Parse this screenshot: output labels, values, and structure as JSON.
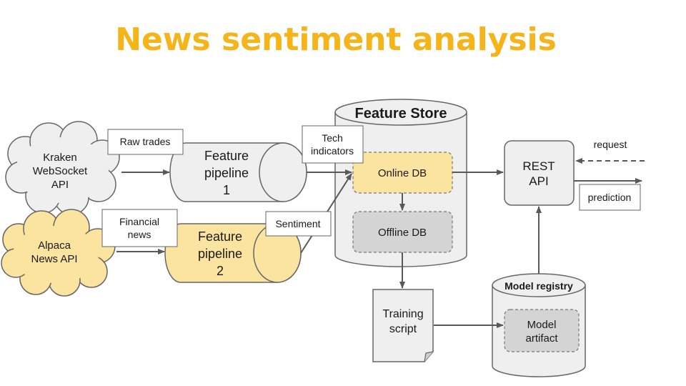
{
  "title": "News sentiment analysis",
  "colors": {
    "title": "#f4b41a",
    "yellow_fill": "#fbe3a0",
    "gray_fill": "#efefef",
    "dark_gray_fill": "#d4d4d4",
    "stroke": "#666666",
    "arrow": "#595959"
  },
  "sources": {
    "kraken": [
      "Kraken",
      "WebSocket",
      "API"
    ],
    "alpaca": [
      "Alpaca",
      "News API"
    ]
  },
  "labels": {
    "raw_trades": "Raw trades",
    "financial_news": [
      "Financial",
      "news"
    ],
    "tech_indicators": [
      "Tech",
      "indicators"
    ],
    "sentiment": "Sentiment",
    "request": "request",
    "prediction": "prediction"
  },
  "pipelines": {
    "pipeline1": [
      "Feature",
      "pipeline",
      "1"
    ],
    "pipeline2": [
      "Feature",
      "pipeline",
      "2"
    ]
  },
  "feature_store": {
    "title": "Feature Store",
    "online_db": "Online DB",
    "offline_db": "Offline DB"
  },
  "rest_api": [
    "REST",
    "API"
  ],
  "training_script": [
    "Training",
    "script"
  ],
  "model_registry": {
    "title": "Model registry",
    "artifact": [
      "Model",
      "artifact"
    ]
  }
}
